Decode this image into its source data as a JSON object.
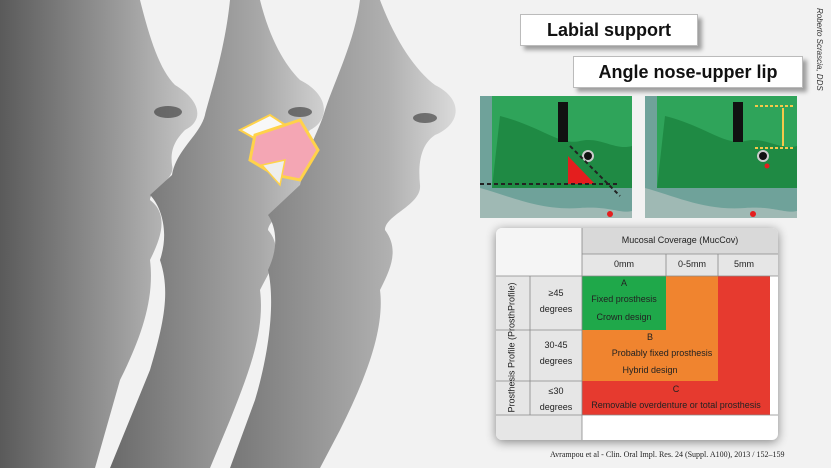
{
  "titles": {
    "labial_support": "Labial support",
    "angle_nose_upper_lip": "Angle nose-upper lip"
  },
  "credit": "Roberto Scrascia, DDS",
  "table": {
    "column_group_header": "Mucosal Coverage (MucCov)",
    "columns": [
      "0mm",
      "0-5mm",
      "5mm"
    ],
    "row_group_header": "Prosthesis Profile (ProsthProfile)",
    "rows": [
      {
        "angle": "≥45",
        "unit": "degrees"
      },
      {
        "angle": "30-45",
        "unit": "degrees"
      },
      {
        "angle": "≤30",
        "unit": "degrees"
      }
    ],
    "zones": {
      "A": {
        "letter": "A",
        "line1": "Fixed prosthesis",
        "line2": "Crown design"
      },
      "B": {
        "letter": "B",
        "line1": "Probably fixed prosthesis",
        "line2": "Hybrid design"
      },
      "C": {
        "letter": "C",
        "line1": "Removable overdenture or total prosthesis"
      }
    },
    "colors": {
      "green": "#1fa84a",
      "orange": "#f0842f",
      "red": "#e63a2f"
    }
  },
  "citation": "Avrampou et al - Clin. Oral Impl. Res. 24 (Suppl. A100), 2013 / 152–159"
}
